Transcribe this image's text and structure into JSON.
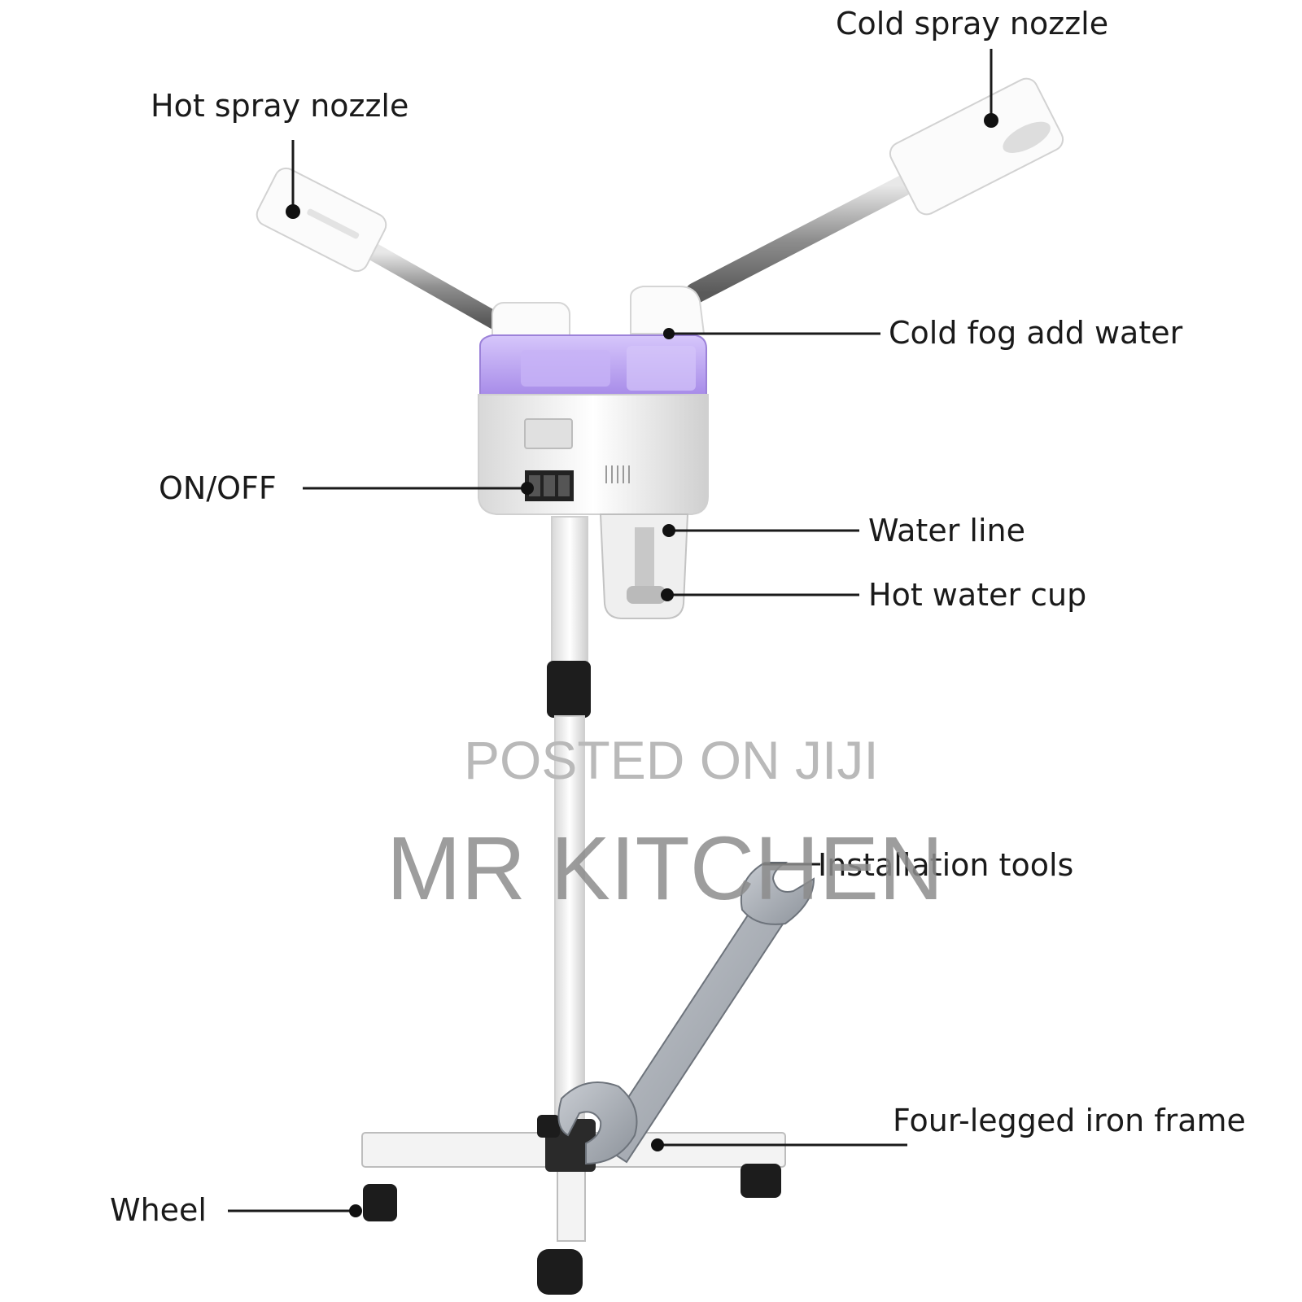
{
  "labels": {
    "cold_spray_nozzle": "Cold spray nozzle",
    "hot_spray_nozzle": "Hot spray nozzle",
    "cold_fog_add_water": "Cold fog add water",
    "on_off": "ON/OFF",
    "water_line": "Water line",
    "hot_water_cup": "Hot water cup",
    "installation_tools": "Installation tools",
    "four_legged_iron_frame": "Four-legged iron frame",
    "wheel": "Wheel"
  },
  "watermark": {
    "line1": "POSTED ON JIJI",
    "line2": "MR KITCHEN"
  },
  "colors": {
    "tank": "#b89af0",
    "body": "#f7f7f7",
    "steel": "#a7a7a7",
    "wheel": "#1c1c1c"
  }
}
